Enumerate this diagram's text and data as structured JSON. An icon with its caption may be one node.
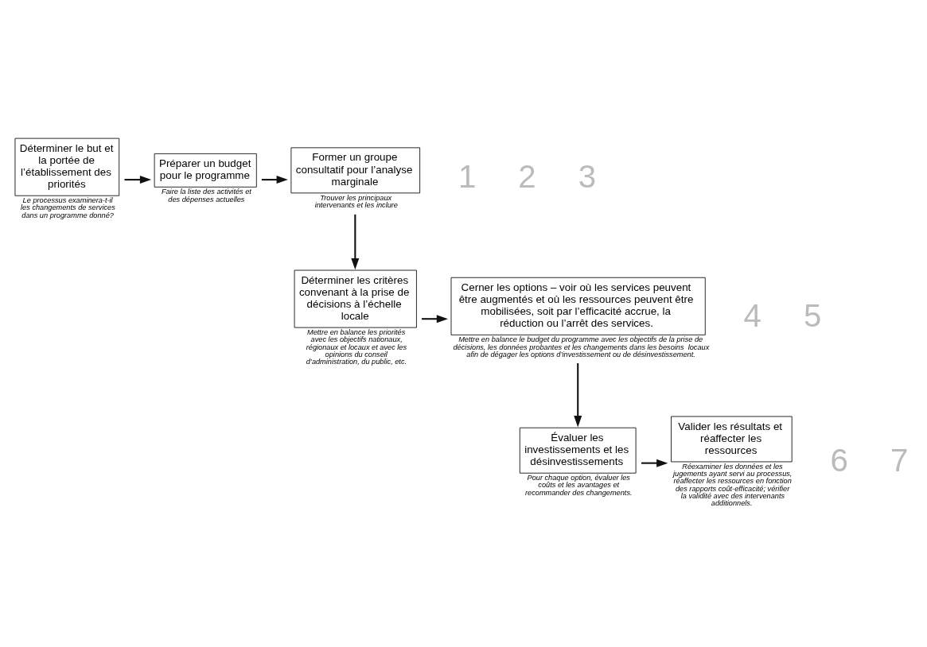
{
  "diagram": {
    "nodes": [
      {
        "text": [
          "Déterminer le but et la portée de l’établissement des priorités"
        ],
        "beside": [
          "Le processus examinera-t-il les changements de services dans un programme donné?"
        ]
      },
      {
        "text": [
          "Préparer un budget pour le programme"
        ],
        "beside": [
          "Faire la liste des activités et des dépenses actuelles"
        ]
      },
      {
        "text": [
          "Former un groupe consultatif pour l’analyse marginale"
        ],
        "beside": [
          "Trouver les principaux intervenants et les inclure"
        ]
      },
      {
        "text": [
          "Déterminer les critères convenant à la prise de décisions à l’échelle locale"
        ],
        "beside": [
          "Mettre en balance les priorités avec les objectifs nationaux, régionaux et locaux et avec les opinions du conseil d’administration, du public, etc."
        ]
      },
      {
        "text": [
          "Cerner les options – voir où les services peuvent être augmentés et où les ressources peuvent être mobilisées, soit par l’efficacité accrue, la réduction ou l’arrêt des services."
        ],
        "beside": [
          "Mettre en balance le budget du programme avec les objectifs de la prise de décisions, les données probantes et les changements dans les besoins  locaux afin de dégager les options d’investissement ou de désinvestissement."
        ]
      },
      {
        "text": [
          "Évaluer les investissements et les désinvestissements"
        ],
        "beside": [
          "Pour chaque option, évaluer les coûts et les avantages et recommander des changements."
        ]
      },
      {
        "text": [
          "Valider les résultats et réaffecter les ressources"
        ],
        "beside": [
          "Réexaminer les données et les jugements ayant servi au processus, réaffecter les ressources en fonction des rapports coût-efficacité; vérifier  la validité avec des intervenants additionnels."
        ]
      }
    ],
    "edges": [
      {
        "from": 0,
        "to": 1,
        "arrow": "to"
      },
      {
        "from": 1,
        "to": 2,
        "arrow": "to"
      },
      {
        "from": 2,
        "to": 3,
        "arrow": "to"
      },
      {
        "from": 3,
        "to": 4,
        "arrow": "to"
      },
      {
        "from": 4,
        "to": 5,
        "arrow": "to"
      },
      {
        "from": 5,
        "to": 6,
        "arrow": "to"
      }
    ],
    "labels": [
      "1",
      "2",
      "3",
      "4",
      "5",
      "6",
      "7"
    ]
  }
}
